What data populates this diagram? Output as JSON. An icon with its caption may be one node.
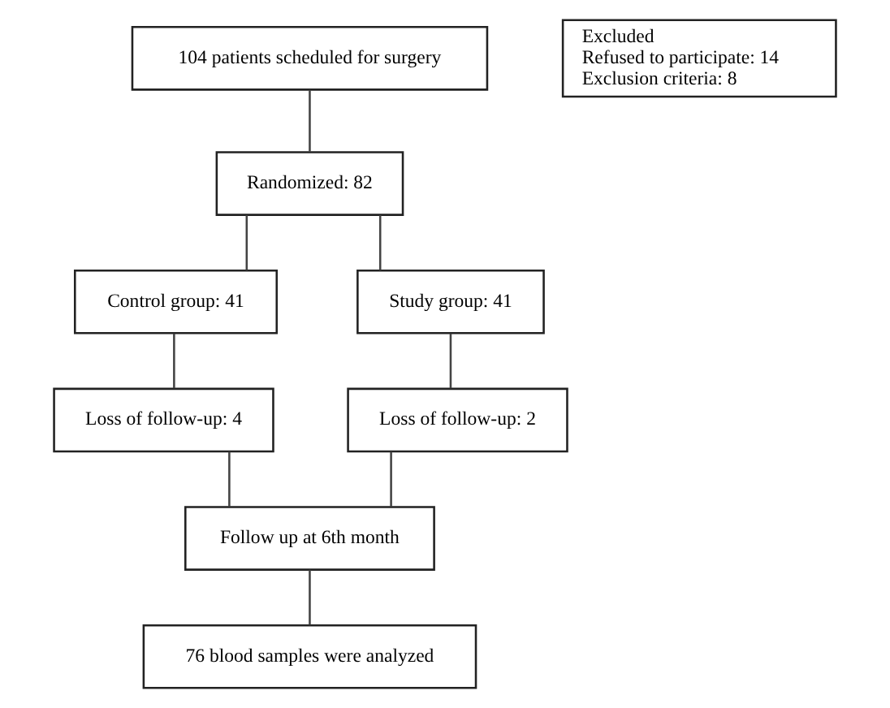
{
  "diagram": {
    "nodes": [
      {
        "text": [
          "104 patients scheduled for surgery"
        ]
      },
      {
        "text": [
          "Excluded",
          "Refused to participate: 14",
          "Exclusion criteria: 8"
        ]
      },
      {
        "text": [
          "Randomized: 82"
        ]
      },
      {
        "text": [
          "Control group: 41"
        ]
      },
      {
        "text": [
          "Study group: 41"
        ]
      },
      {
        "text": [
          "Loss of follow-up: 4"
        ]
      },
      {
        "text": [
          "Loss of follow-up: 2"
        ]
      },
      {
        "text": [
          "Follow up at 6th month"
        ]
      },
      {
        "text": [
          "76 blood samples were analyzed"
        ]
      }
    ],
    "edges": [
      {
        "from": 0,
        "to": 2,
        "arrow": "none"
      },
      {
        "from": 2,
        "to": 3,
        "arrow": "none"
      },
      {
        "from": 2,
        "to": 4,
        "arrow": "none"
      },
      {
        "from": 3,
        "to": 5,
        "arrow": "none"
      },
      {
        "from": 4,
        "to": 6,
        "arrow": "none"
      },
      {
        "from": 5,
        "to": 7,
        "arrow": "none"
      },
      {
        "from": 6,
        "to": 7,
        "arrow": "none"
      },
      {
        "from": 7,
        "to": 8,
        "arrow": "none"
      }
    ]
  }
}
